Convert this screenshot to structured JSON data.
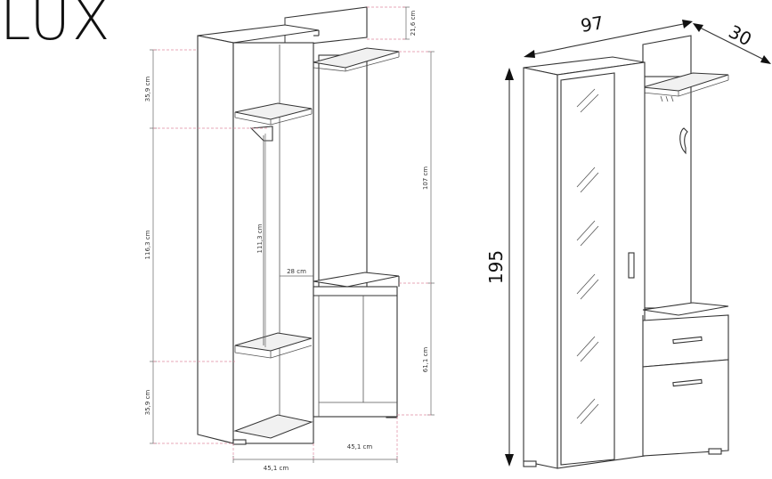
{
  "title": "LUX",
  "left_dims": {
    "top_shelf_height": "35,9 cm",
    "wardrobe_section_height": "116,3 cm",
    "bottom_section_height": "35,9 cm",
    "rail_height": "111,3 cm",
    "shelf_depth": "28 cm",
    "extension_height": "21,6 cm",
    "hanger_area_height": "107 cm",
    "cabinet_height": "61,1 cm",
    "left_width": "45,1 cm",
    "right_width": "45,1 cm"
  },
  "right_dims": {
    "width": "97",
    "depth": "30",
    "height": "195"
  }
}
